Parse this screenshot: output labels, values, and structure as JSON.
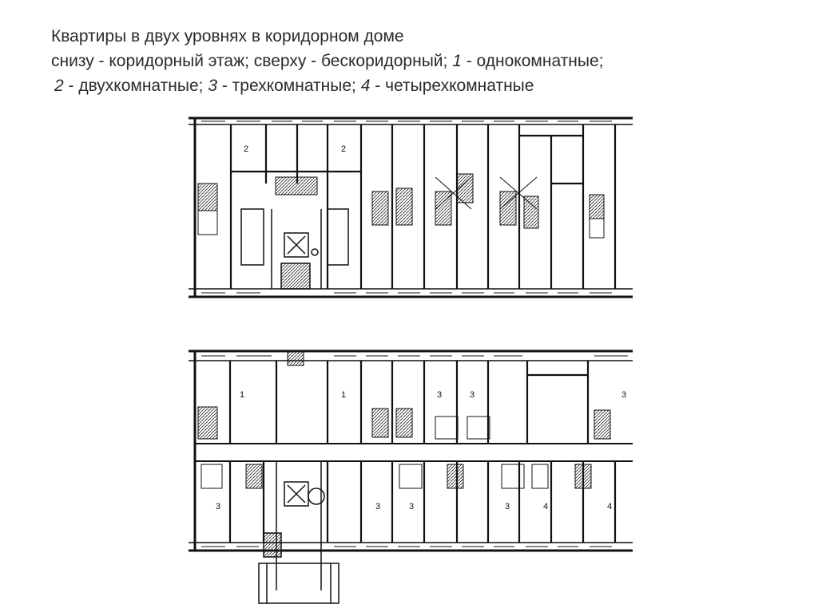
{
  "title": {
    "line1": "Квартиры в двух уровнях в коридорном доме",
    "line2": "снизу - коридорный этаж; сверху - бескоридорный;",
    "line2_n1": "1",
    "line2_t1": " - однокомнатные;",
    "line3_n2": "2",
    "line3_t2": " - двухкомнатные;",
    "line3_n3": "3",
    "line3_t3": " - трехкомнатные;",
    "line3_n4": "4",
    "line3_t4": " - четырехкомнатные"
  },
  "upper_plan": {
    "labels": [
      "2",
      "2"
    ]
  },
  "lower_plan": {
    "north_labels": [
      "1",
      "1",
      "3",
      "3",
      "3"
    ],
    "south_labels": [
      "3",
      "3",
      "3",
      "3",
      "4",
      "4"
    ]
  }
}
